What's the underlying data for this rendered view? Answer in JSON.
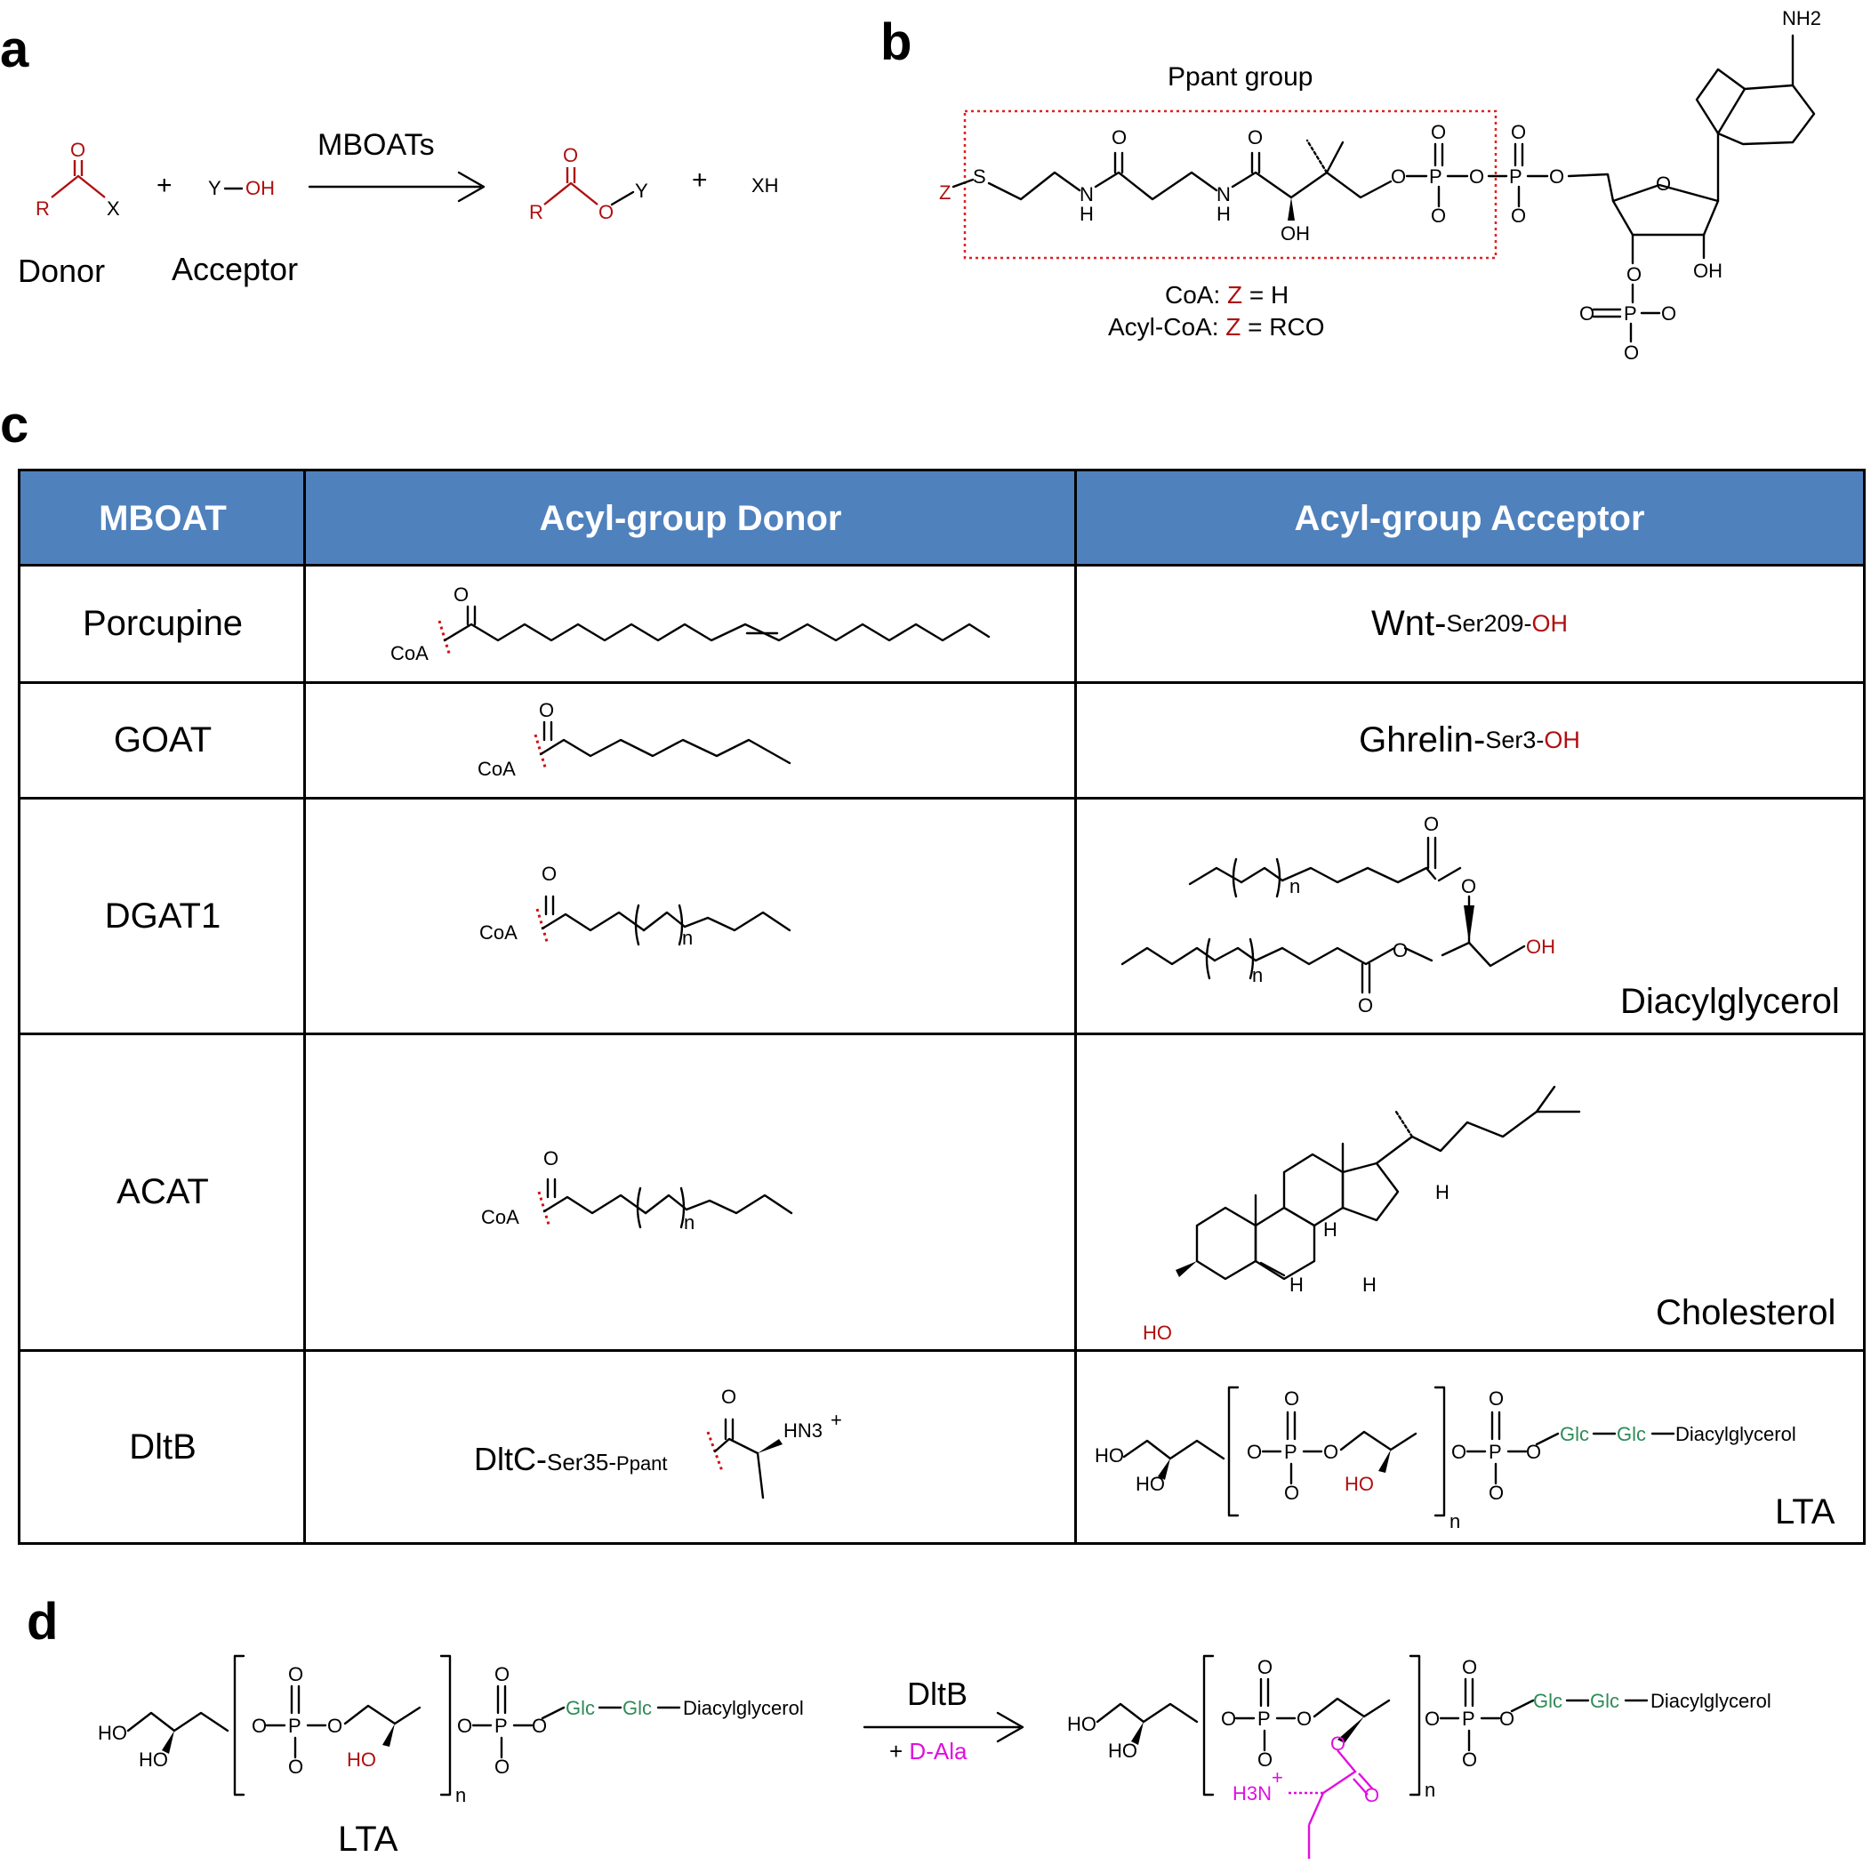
{
  "panels": {
    "a": "a",
    "b": "b",
    "c": "c",
    "d": "d"
  },
  "panel_a": {
    "arrow_label": "MBOATs",
    "donor_caption": "Donor",
    "acceptor_caption": "Acceptor",
    "atoms": {
      "O": "O",
      "R": "R",
      "X": "X",
      "Y": "Y",
      "OH": "OH",
      "XH": "XH",
      "plus": "+"
    }
  },
  "panel_b": {
    "ppant_label": "Ppant group",
    "coa_prefix": "CoA: ",
    "coa_z": "Z",
    "coa_suffix": " = H",
    "acylcoa_prefix": "Acyl-CoA: ",
    "acylcoa_z": "Z",
    "acylcoa_suffix": " = RCO",
    "atoms": {
      "Z": "Z",
      "S": "S",
      "N": "N",
      "H": "H",
      "O": "O",
      "OH": "OH",
      "P": "P",
      "NH2": "NH2",
      "minus": "–"
    }
  },
  "table": {
    "headers": [
      "MBOAT",
      "Acyl-group Donor",
      "Acyl-group Acceptor"
    ],
    "rows": [
      {
        "name": "Porcupine",
        "acceptor_main": "Wnt-",
        "acceptor_sub": "Ser209-",
        "acceptor_oh": "OH"
      },
      {
        "name": "GOAT",
        "acceptor_main": "Ghrelin-",
        "acceptor_sub": "Ser3-",
        "acceptor_oh": "OH"
      },
      {
        "name": "DGAT1",
        "acceptor_label": "Diacylglycerol"
      },
      {
        "name": "ACAT",
        "acceptor_label": "Cholesterol"
      },
      {
        "name": "DltB",
        "donor_main": "DltC-",
        "donor_sub1": "Ser35-",
        "donor_sub2": "Ppant",
        "acceptor_label": "LTA"
      }
    ],
    "atoms": {
      "CoA": "CoA",
      "O": "O",
      "n": "n",
      "OH": "OH",
      "HO": "HO",
      "H": "H",
      "HN3": "HN3",
      "plus": "+",
      "P": "P",
      "Glc": "Glc",
      "dash": "–",
      "Diacylglycerol": "Diacylglycerol"
    }
  },
  "panel_d": {
    "arrow_label": "DltB",
    "plus": "+ ",
    "reagent": "D-Ala",
    "lta_caption": "LTA",
    "h3n": "H3N",
    "plus_charge": "+"
  },
  "colors": {
    "header_bg": "#4f81bd",
    "red": "#b00f0f",
    "green": "#2e8b57",
    "magenta": "#e00fe0"
  }
}
